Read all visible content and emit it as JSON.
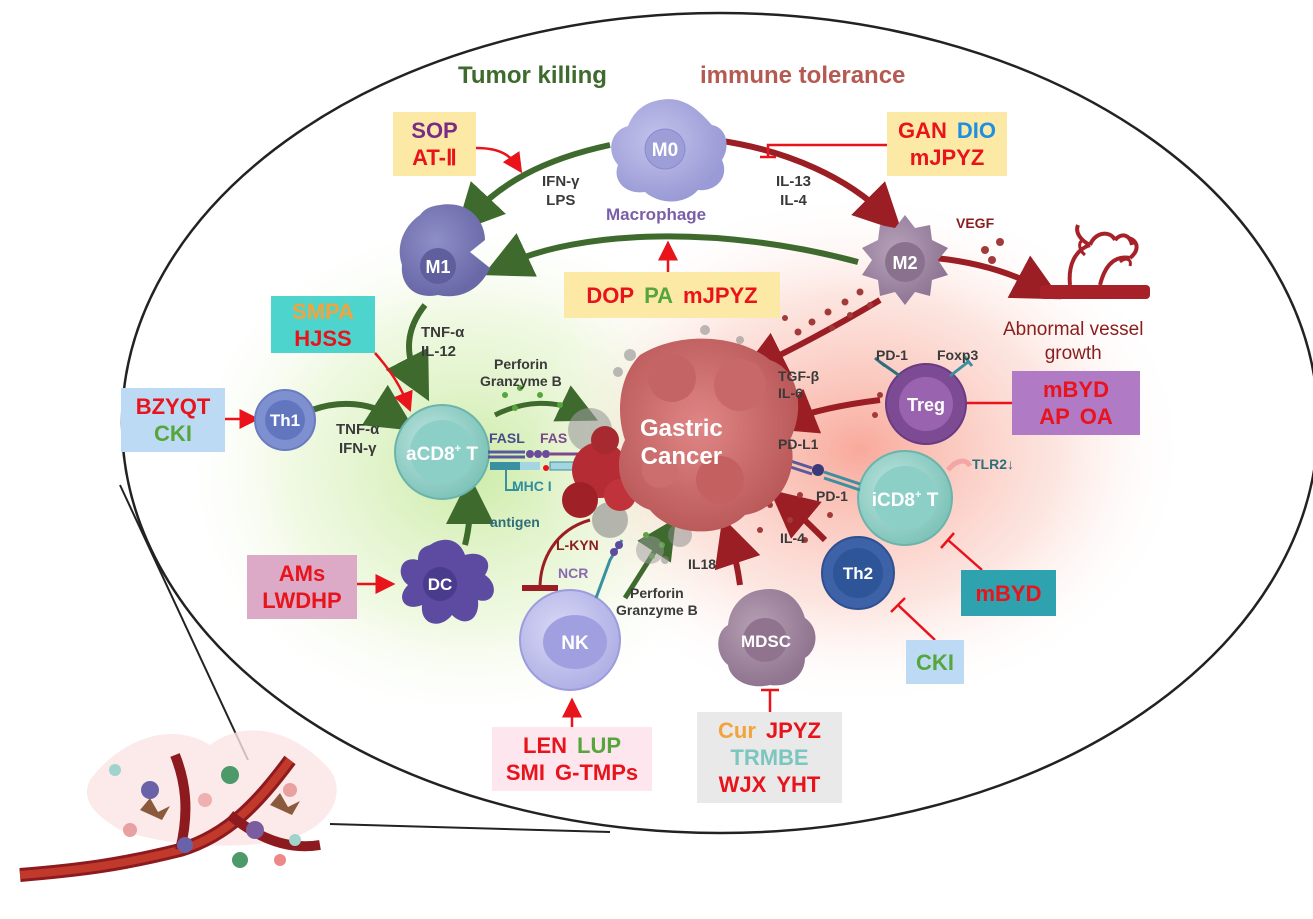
{
  "headings": {
    "tumor_killing": "Tumor killing",
    "immune_tolerance": "immune tolerance"
  },
  "cells": {
    "m0": "M0",
    "m1": "M1",
    "m2": "M2",
    "macrophage": "Macrophage",
    "th1": "Th1",
    "acd8_a": "aCD8",
    "acd8_sup": "+",
    "acd8_b": " T",
    "treg": "Treg",
    "icd8_a": "iCD8",
    "icd8_sup": "+",
    "icd8_b": " T",
    "th2": "Th2",
    "dc": "DC",
    "nk": "NK",
    "mdsc": "MDSC",
    "gastric": "Gastric",
    "cancer": "Cancer"
  },
  "labels": {
    "ifn_g": "IFN-γ",
    "lps": "LPS",
    "il13": "IL-13",
    "il4_top": "IL-4",
    "vegf": "VEGF",
    "abnormal_1": "Abnormal vessel",
    "abnormal_2": "growth",
    "tnf_a_1": "TNF-α",
    "il12": "IL-12",
    "tnf_a_2": "TNF-α",
    "ifn_g_2": "IFN-γ",
    "perforin_1": "Perforin",
    "granzyme_1": "Granzyme B",
    "fasl": "FASL",
    "fas": "FAS",
    "mhc": "MHC I",
    "antigen": "antigen",
    "tgf": "TGF-β",
    "il6": "IL-6",
    "pd1_treg": "PD-1",
    "foxp3": "Foxp3",
    "pdl1": "PD-L1",
    "pd1": "PD-1",
    "tlr2": "TLR2↓",
    "il4": "IL-4",
    "il18": "IL18",
    "lkyn": "L-KYN",
    "ncr": "NCR",
    "perforin_2": "Perforin",
    "granzyme_2": "Granzyme B"
  },
  "drugs": {
    "sop": "SOP",
    "at2": "AT-Ⅱ",
    "gan": "GAN",
    "dio": "DIO",
    "mjpyz_top": "mJPYZ",
    "smpa": "SMPA",
    "hjss": "HJSS",
    "dop": "DOP",
    "pa": "PA",
    "mjpyz_mid": "mJPYZ",
    "bzyqt": "BZYQT",
    "cki_left": "CKI",
    "mbyd_1": "mBYD",
    "ap": "AP",
    "oa": "OA",
    "ams": "AMs",
    "lwdhp": "LWDHP",
    "mbyd_2": "mBYD",
    "cki_right": "CKI",
    "len": "LEN",
    "lup": "LUP",
    "smi": "SMI",
    "gtmps": "G-TMPs",
    "cur": "Cur",
    "jpyz": "JPYZ",
    "trmbe": "TRMBE",
    "wjx": "WJX",
    "yht": "YHT"
  },
  "colors": {
    "ellipse_stroke": "#222222",
    "green_arrow": "#3e6a2e",
    "maroon_arrow": "#9a1e24",
    "red_arrow": "#e8131b",
    "heading_green": "#3e6a2e",
    "heading_red": "#b55a52",
    "macrophage_label": "#7b5ea7"
  }
}
